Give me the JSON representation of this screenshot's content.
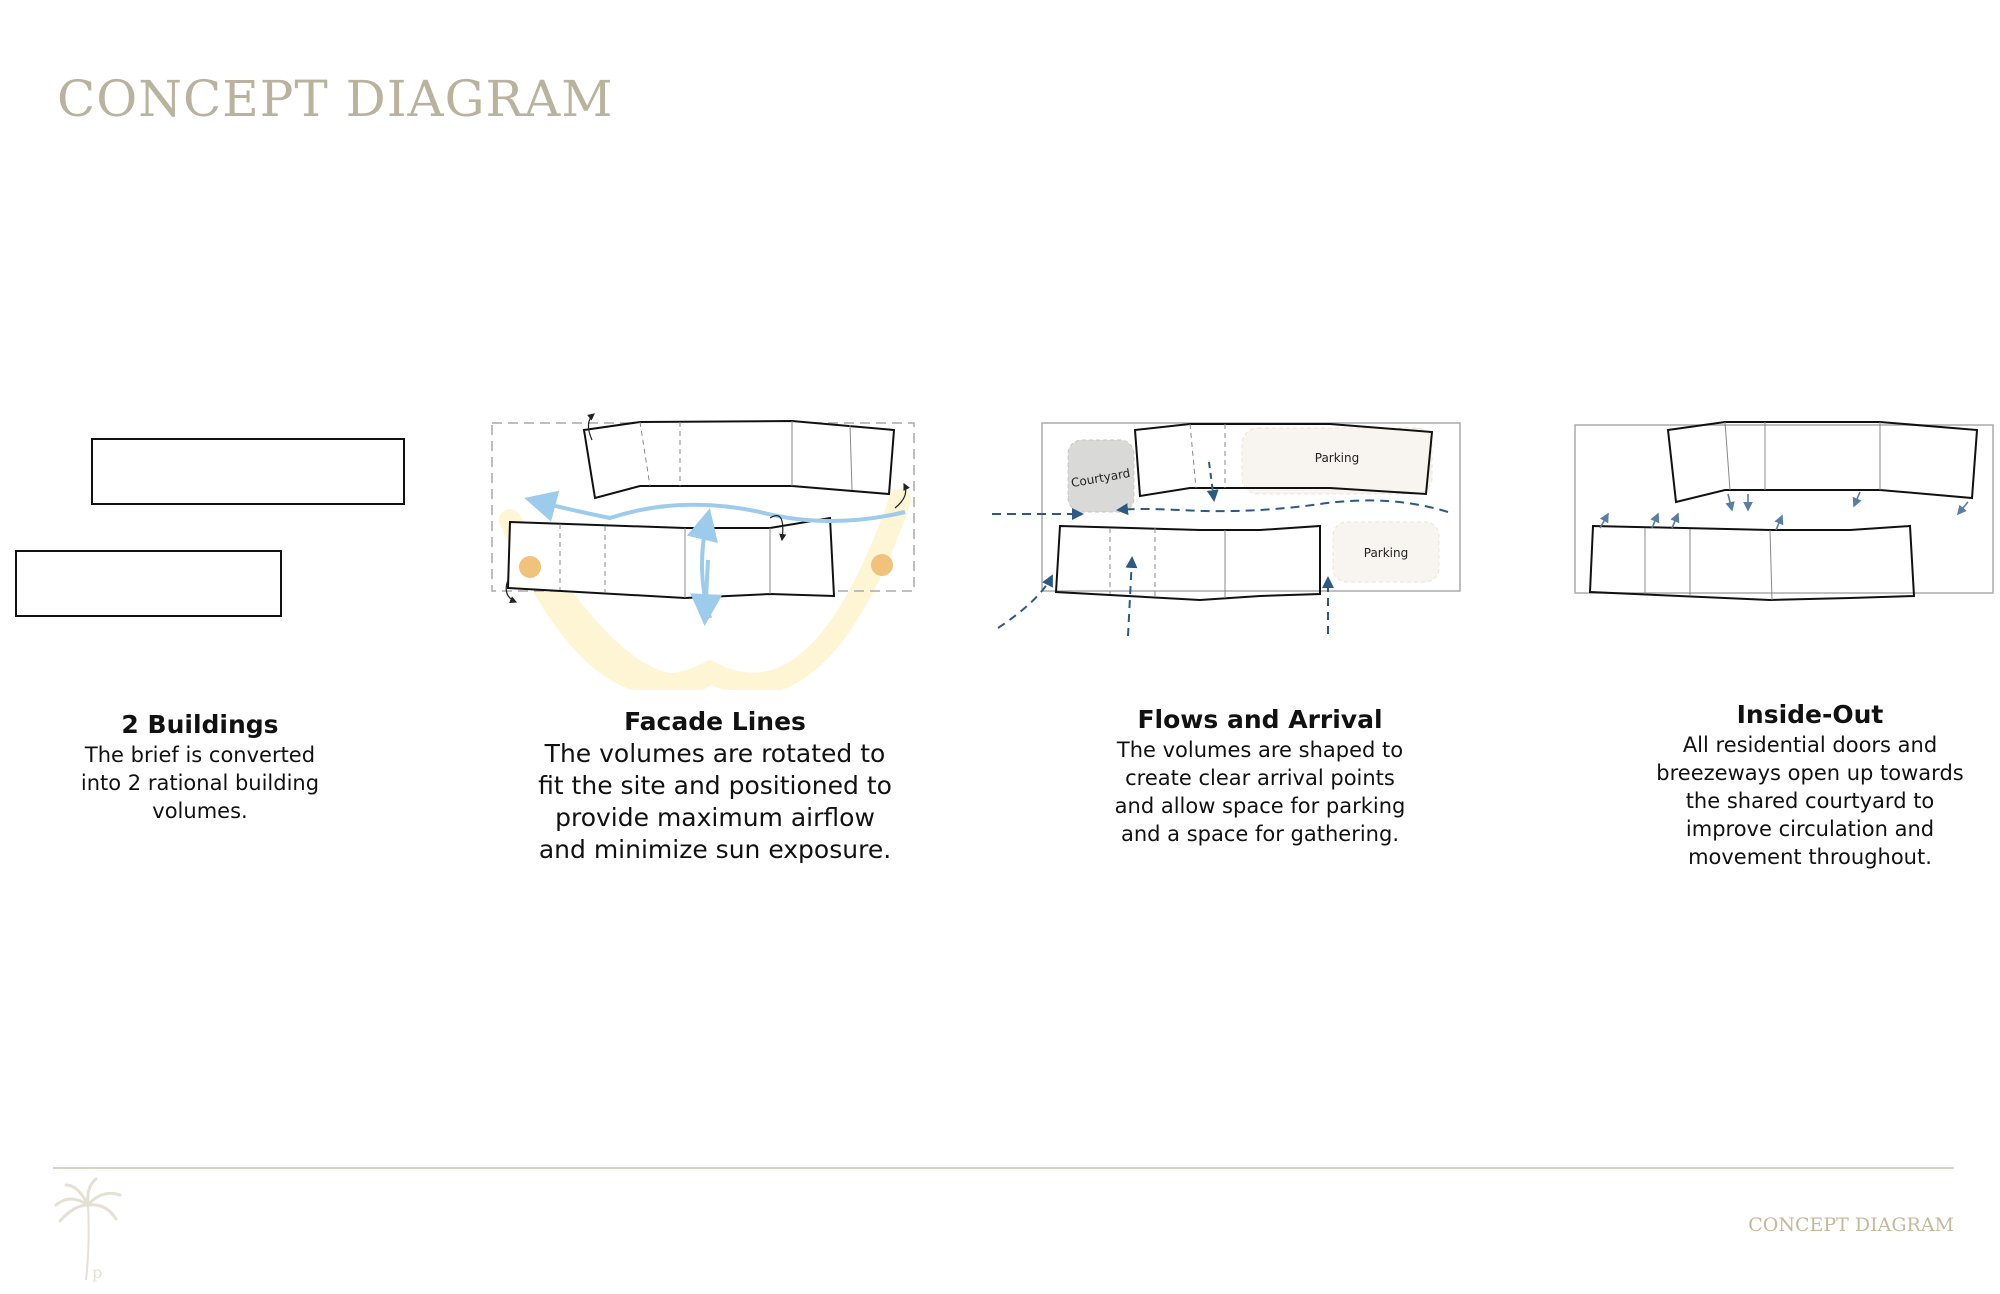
{
  "page": {
    "title": "CONCEPT DIAGRAM",
    "footer_title": "CONCEPT DIAGRAM",
    "logo_letter": "p"
  },
  "panels": [
    {
      "title": "2 Buildings",
      "text": "The brief is converted\ninto 2 rational building\nvolumes."
    },
    {
      "title": "Facade Lines",
      "text": "The volumes are rotated to\nfit the site and positioned to\nprovide maximum airflow\nand minimize sun exposure."
    },
    {
      "title": "Flows and Arrival",
      "text": "The volumes are shaped to\ncreate clear arrival points\nand allow space for parking\nand a space for gathering.",
      "labels": {
        "courtyard": "Courtyard",
        "parking_top": "Parking",
        "parking_bottom": "Parking"
      }
    },
    {
      "title": "Inside-Out",
      "text": "All residential doors and\nbreezeways open up towards\nthe shared courtyard to\nimprove circulation and\nmovement throughout."
    }
  ],
  "colors": {
    "accent": "#b9b29d",
    "airflow": "#9ccbeb",
    "sun": "#f0c27b",
    "sun_path": "#fdf5d4",
    "flow": "#2c5a85"
  }
}
